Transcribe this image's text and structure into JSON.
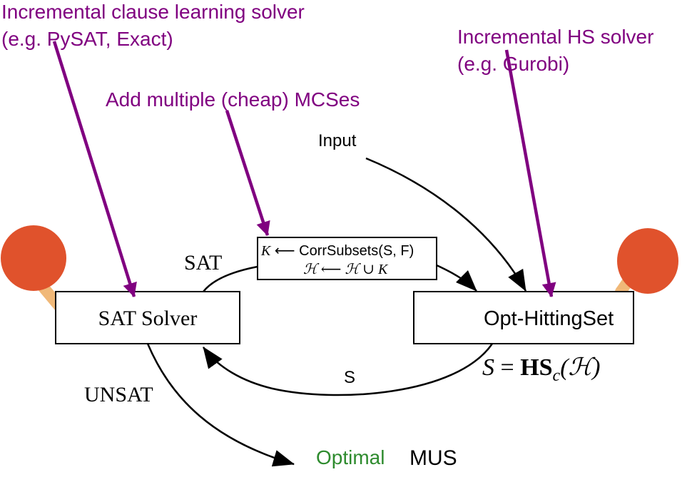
{
  "annotations": {
    "clause_solver_line1": "Incremental clause learning solver",
    "clause_solver_line2": "(e.g. PySAT, Exact)",
    "hs_solver_line1": "Incremental HS solver",
    "hs_solver_line2": "(e.g. Gurobi)",
    "mcs_note": "Add multiple (cheap) MCSes"
  },
  "nodes": {
    "sat_solver": "SAT Solver",
    "opt_hitting_set": "Opt-HittingSet",
    "corr_line1_var": "K",
    "corr_line1_rest": " ⟵ CorrSubsets(S, F)",
    "corr_line2": "ℋ ⟵ ℋ ∪ K"
  },
  "edges": {
    "input": "Input",
    "sat": "SAT",
    "unsat": "UNSAT",
    "s": "S"
  },
  "formula": {
    "lhs": "S",
    "eq": " = ",
    "hs": "HS",
    "sub": "c",
    "arg": "(ℋ)"
  },
  "result": {
    "optimal": "Optimal",
    "mus": "MUS"
  },
  "icons": {
    "left": "ping-pong-paddle-icon",
    "right": "ping-pong-paddle-icon"
  },
  "colors": {
    "annotation": "#800080",
    "optimal": "#2e8b2e",
    "paddle_red": "#e0522c",
    "paddle_handle": "#f0b878",
    "line": "#000000"
  }
}
